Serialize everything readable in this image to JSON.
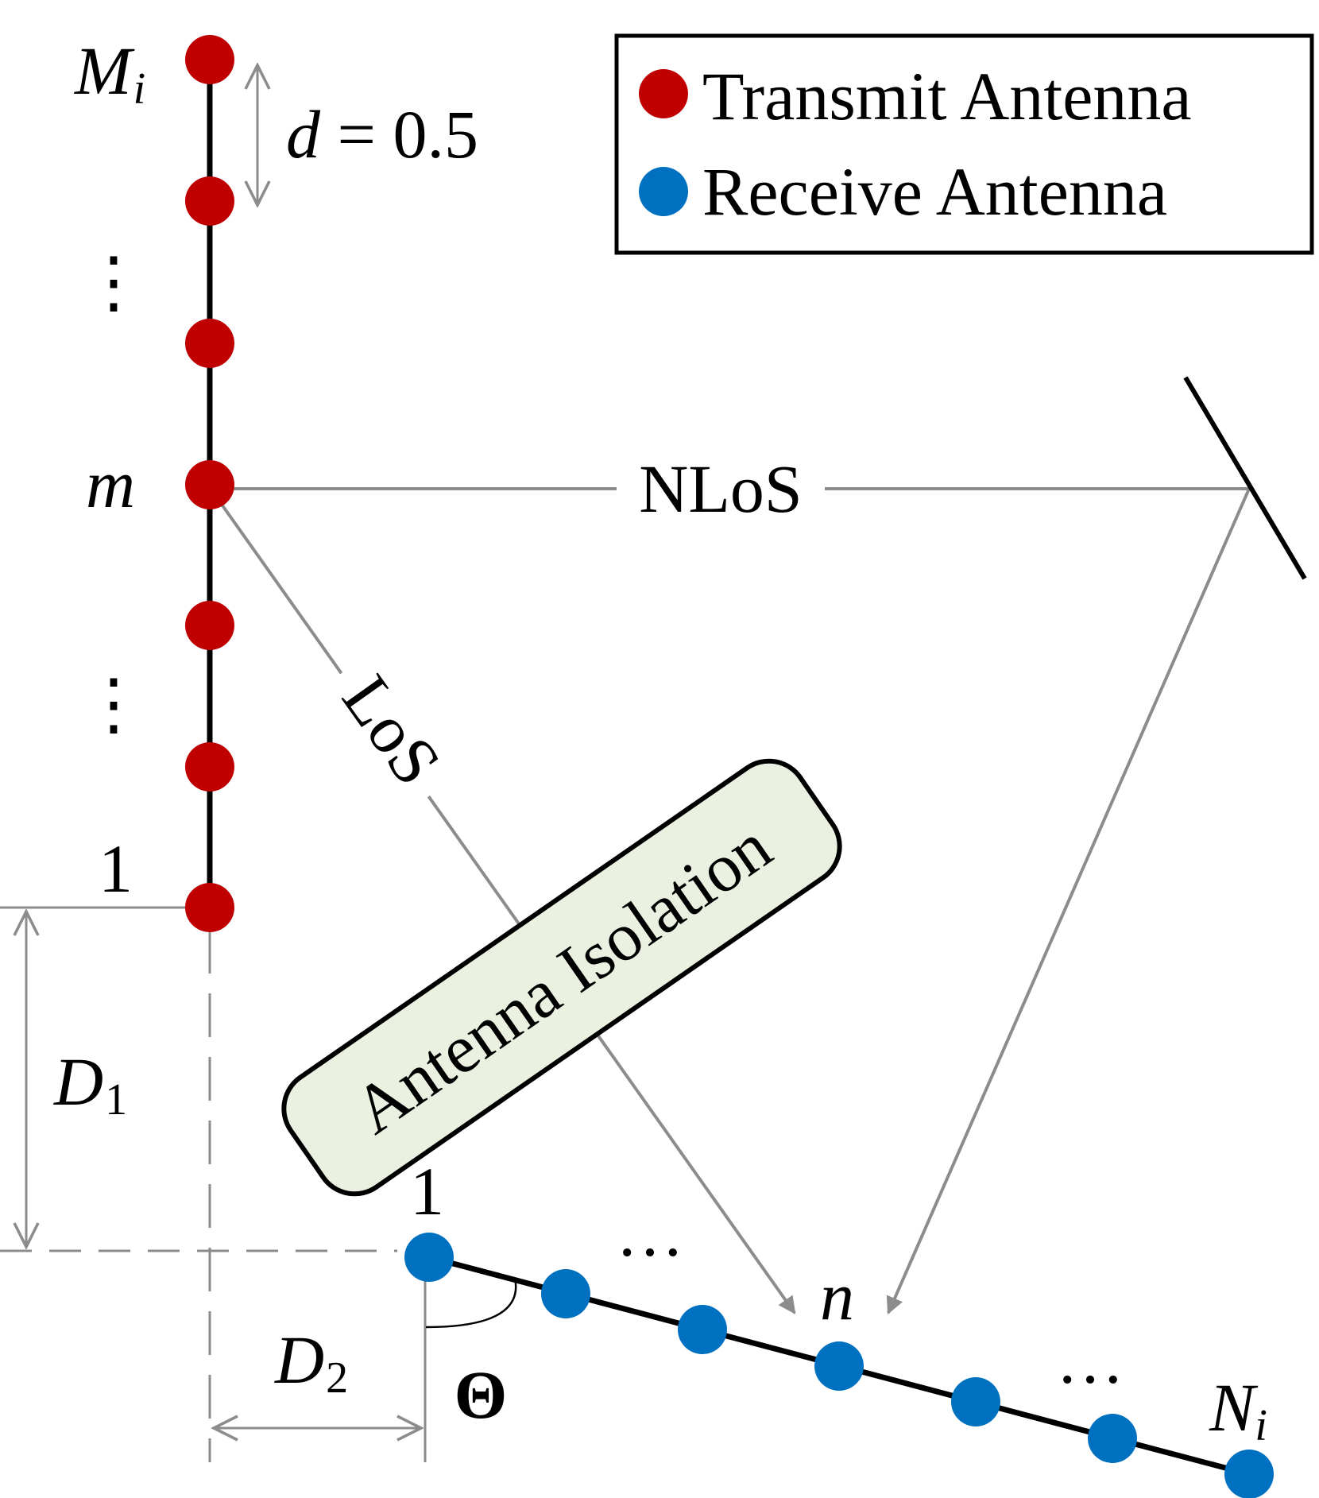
{
  "colors": {
    "transmit": "#c00000",
    "receive": "#0070c0",
    "guide": "#8c8c8c",
    "isolation_fill": "#eaf1e0"
  },
  "legend": {
    "transmit": "Transmit Antenna",
    "receive": "Receive Antenna"
  },
  "tx_labels": {
    "top_main": "M",
    "top_sub": "i",
    "middle": "m",
    "bottom": "1",
    "dots_glyph": "⋮"
  },
  "rx_labels": {
    "first": "1",
    "middle": "n",
    "last_main": "N",
    "last_sub": "i",
    "dots_glyph": "…"
  },
  "spacing": {
    "var": "d",
    "rest": " = 0.5"
  },
  "dims": {
    "d1_main": "D",
    "d1_sub": "1",
    "d2_main": "D",
    "d2_sub": "2",
    "angle": "Θ"
  },
  "paths": {
    "los": "LoS",
    "nlos": "NLoS"
  },
  "isolation": "Antenna Isolation"
}
